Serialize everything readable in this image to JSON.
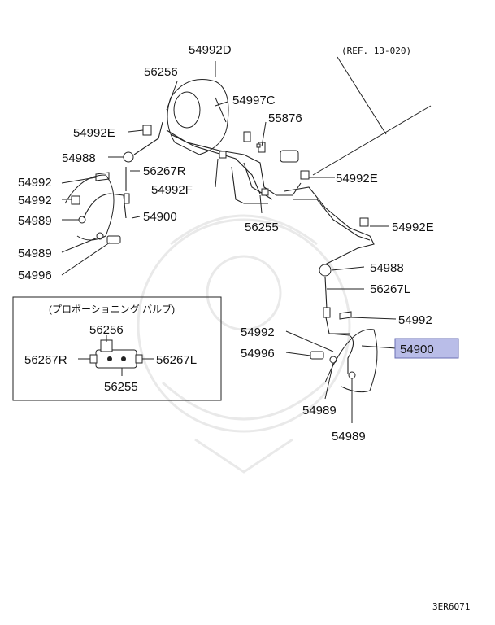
{
  "reference": "(REF. 13-020)",
  "diagram_code": "3ER6Q71",
  "inset_title": "(プロポーショニング バルブ)",
  "highlight_color": "#b9bde8",
  "labels": {
    "p54992D": "54992D",
    "p56256a": "56256",
    "p54997C": "54997C",
    "p55876": "55876",
    "p54992Ea": "54992E",
    "p54988a": "54988",
    "p56267Ra": "56267R",
    "p54992a": "54992",
    "p54992Fa": "54992F",
    "p54992b": "54992",
    "p54900a": "54900",
    "p54989a": "54989",
    "p54989b": "54989",
    "p54996a": "54996",
    "p54992Eb": "54992E",
    "p56255a": "56255",
    "p54992Ec": "54992E",
    "p54988b": "54988",
    "p56267La": "56267L",
    "p54992c": "54992",
    "p54992d": "54992",
    "p54900b": "54900",
    "p54996b": "54996",
    "p54989c": "54989",
    "p54989d": "54989",
    "p56256b": "56256",
    "p56267Rb": "56267R",
    "p56267Lb": "56267L",
    "p56255b": "56255"
  }
}
